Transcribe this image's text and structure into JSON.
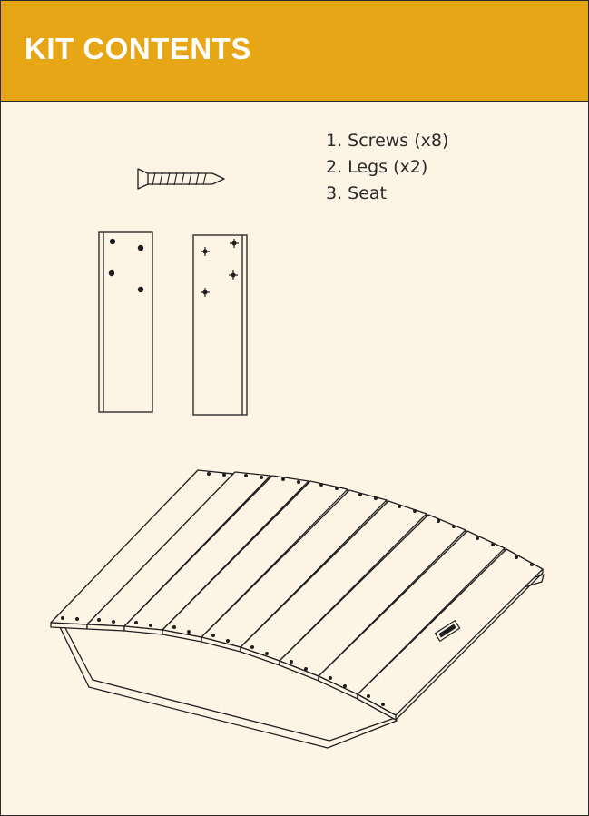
{
  "header": {
    "title": "KIT CONTENTS",
    "background_color": "#e6a615",
    "text_color": "#ffffff"
  },
  "page": {
    "background_color": "#fdf4e6"
  },
  "parts": [
    {
      "label": "1. Screws (x8)"
    },
    {
      "label": "2. Legs (x2)"
    },
    {
      "label": "3. Seat"
    }
  ],
  "illustrations": {
    "screw": "screw-illustration",
    "legs": "leg-illustration",
    "seat": "seat-illustration",
    "seat_plate": "brand-plate-icon"
  }
}
